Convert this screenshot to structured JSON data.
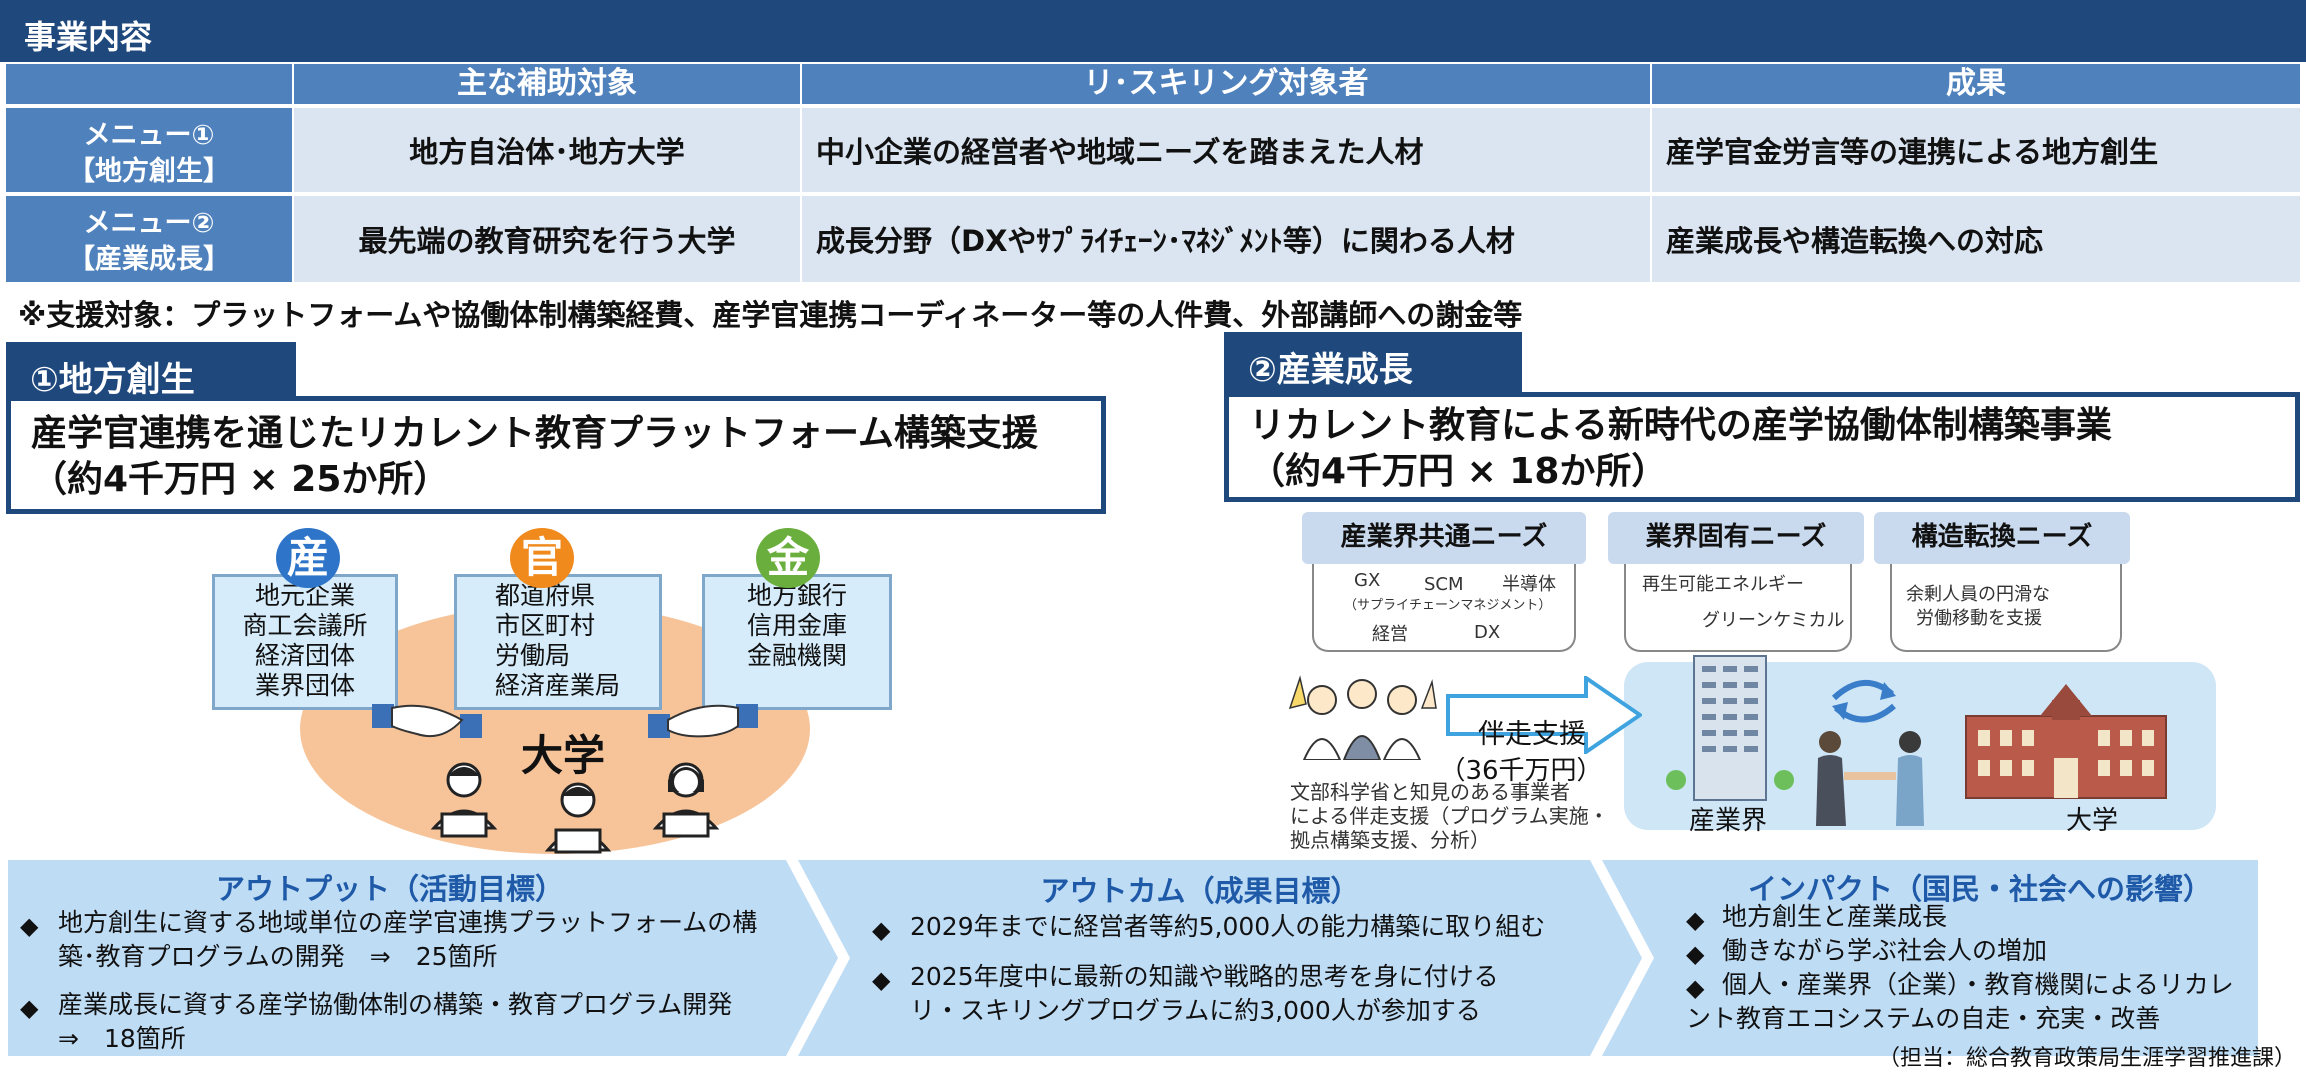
{
  "header": {
    "title": "事業内容"
  },
  "table": {
    "columns": [
      "主な補助対象",
      "リ･スキリング対象者",
      "成果"
    ],
    "rows": [
      {
        "label_line1": "メニュー①",
        "label_line2": "【地方創生】",
        "target": "地方自治体･地方大学",
        "reskill": "中小企業の経営者や地域ニーズを踏まえた人材",
        "result": "産学官金労言等の連携による地方創生"
      },
      {
        "label_line1": "メニュー②",
        "label_line2": "【産業成長】",
        "target": "最先端の教育研究を行う大学",
        "reskill": "成長分野（DXやｻﾌﾟﾗｲﾁｪｰﾝ･ﾏﾈｼﾞﾒﾝﾄ等）に関わる人材",
        "result": "産業成長や構造転換への対応"
      }
    ],
    "note": "※支援対象：プラットフォームや協働体制構築経費、産学官連携コーディネーター等の人件費、外部講師への謝金等"
  },
  "left": {
    "tab": "①地方創生",
    "title_line1": "産学官連携を通じたリカレント教育プラットフォーム構築支援",
    "title_line2": "（約4千万円 × 25か所）",
    "groups": [
      {
        "badge": "産",
        "color": "#2e75c9",
        "items": [
          "地元企業",
          "商工会議所",
          "経済団体",
          "業界団体"
        ]
      },
      {
        "badge": "官",
        "color": "#f08a1d",
        "items": [
          "都道府県",
          "市区町村",
          "労働局",
          "経済産業局"
        ]
      },
      {
        "badge": "金",
        "color": "#6aaf3d",
        "items": [
          "地方銀行",
          "信用金庫",
          "金融機関"
        ]
      }
    ],
    "center_label": "大学"
  },
  "right": {
    "tab": "②産業成長",
    "title_line1": "リカレント教育による新時代の産学協働体制構築事業",
    "title_line2": "（約4千万円 × 18か所）",
    "needs": [
      {
        "label": "産業界共通ニーズ",
        "lines": [
          "GX",
          "SCM",
          "半導体",
          "（サプライチェーンマネジメント）",
          "経営",
          "DX"
        ]
      },
      {
        "label": "業界固有ニーズ",
        "lines": [
          "再生可能エネルギー",
          "グリーンケミカル"
        ]
      },
      {
        "label": "構造転換ニーズ",
        "lines": [
          "余剰人員の円滑な",
          "労働移動を支援"
        ]
      }
    ],
    "support_label": "伴走支援",
    "support_amount": "（36千万円）",
    "support_desc": [
      "文部科学省と知見のある事業者",
      "による伴走支援（プログラム実施・",
      "拠点構築支援、分析）"
    ],
    "industry_label": "産業界",
    "university_label": "大学"
  },
  "bottom": {
    "output": {
      "title": "アウトプット（活動目標）",
      "items": [
        {
          "line1": "地方創生に資する地域単位の産学官連携プラットフォームの構",
          "line2": "築･教育プログラムの開発　⇒　25箇所"
        },
        {
          "line1": "産業成長に資する産学協働体制の構築・教育プログラム開発",
          "line2": "⇒　18箇所"
        }
      ]
    },
    "outcome": {
      "title": "アウトカム（成果目標）",
      "items": [
        {
          "line1": "2029年までに経営者等約5,000人の能力構築に取り組む",
          "line2": ""
        },
        {
          "line1": "2025年度中に最新の知識や戦略的思考を身に付ける",
          "line2": "リ・スキリングプログラムに約3,000人が参加する"
        }
      ]
    },
    "impact": {
      "title": "インパクト（国民・社会への影響）",
      "items": [
        {
          "line1": "地方創生と産業成長",
          "line2": ""
        },
        {
          "line1": "働きながら学ぶ社会人の増加",
          "line2": ""
        },
        {
          "line1": "個人・産業界（企業）・教育機関によるリカレ",
          "line2": "ント教育エコシステムの自走・充実・改善"
        }
      ]
    },
    "bullet": "◆",
    "credit": "（担当：総合教育政策局生涯学習推進課）"
  }
}
